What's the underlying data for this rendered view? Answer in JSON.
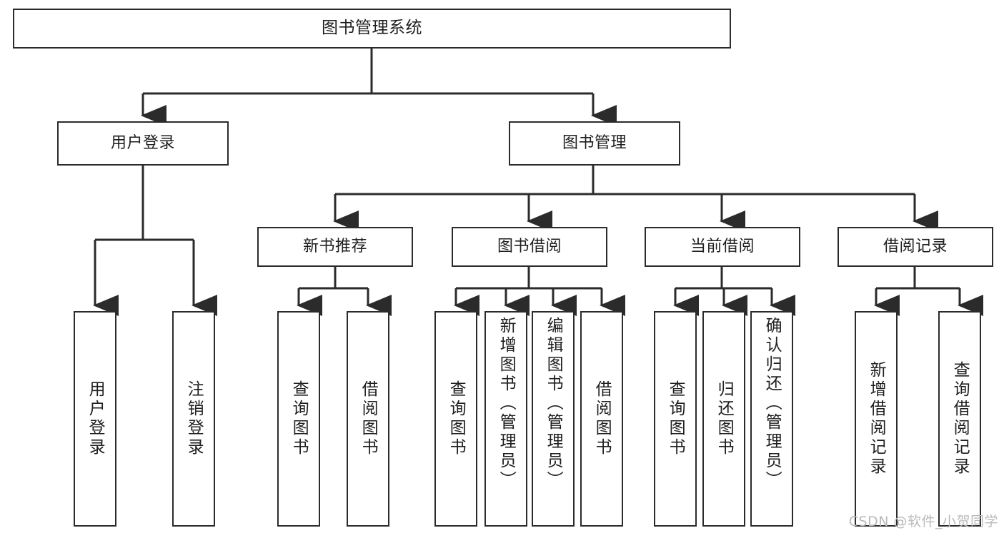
{
  "diagram": {
    "title": "图书管理系统",
    "type": "功能结构图",
    "line_color": "#2b2b2b",
    "box_fill": "#ffffff",
    "text_color": "#1f1f1f",
    "watermark": "CSDN @软件_小贺同学"
  },
  "root": {
    "label": "图书管理系统"
  },
  "level1": [
    {
      "id": "user-login",
      "label": "用户登录"
    },
    {
      "id": "book-manage",
      "label": "图书管理"
    }
  ],
  "level2": [
    {
      "id": "new-book-rec",
      "label": "新书推荐"
    },
    {
      "id": "book-borrow",
      "label": "图书借阅"
    },
    {
      "id": "current-borrow",
      "label": "当前借阅"
    },
    {
      "id": "borrow-record",
      "label": "借阅记录"
    }
  ],
  "leaves": {
    "user_login": [
      {
        "id": "user-login-detail",
        "label": "用户登录"
      },
      {
        "id": "logout",
        "label": "注销登录"
      }
    ],
    "new_book_rec": [
      {
        "id": "rec-query-book",
        "label": "查询图书"
      },
      {
        "id": "rec-borrow-book",
        "label": "借阅图书"
      }
    ],
    "book_borrow": [
      {
        "id": "bb-query-book",
        "label": "查询图书"
      },
      {
        "id": "bb-add-book",
        "label": "新增图书（管理员）"
      },
      {
        "id": "bb-edit-book",
        "label": "编辑图书（管理员）"
      },
      {
        "id": "bb-borrow-book",
        "label": "借阅图书"
      }
    ],
    "current_borrow": [
      {
        "id": "cb-query-book",
        "label": "查询图书"
      },
      {
        "id": "cb-return-book",
        "label": "归还图书"
      },
      {
        "id": "cb-confirm-return",
        "label": "确认归还（管理员）"
      }
    ],
    "borrow_record": [
      {
        "id": "br-add-record",
        "label": "新增借阅记录"
      },
      {
        "id": "br-query-record",
        "label": "查询借阅记录"
      }
    ]
  }
}
